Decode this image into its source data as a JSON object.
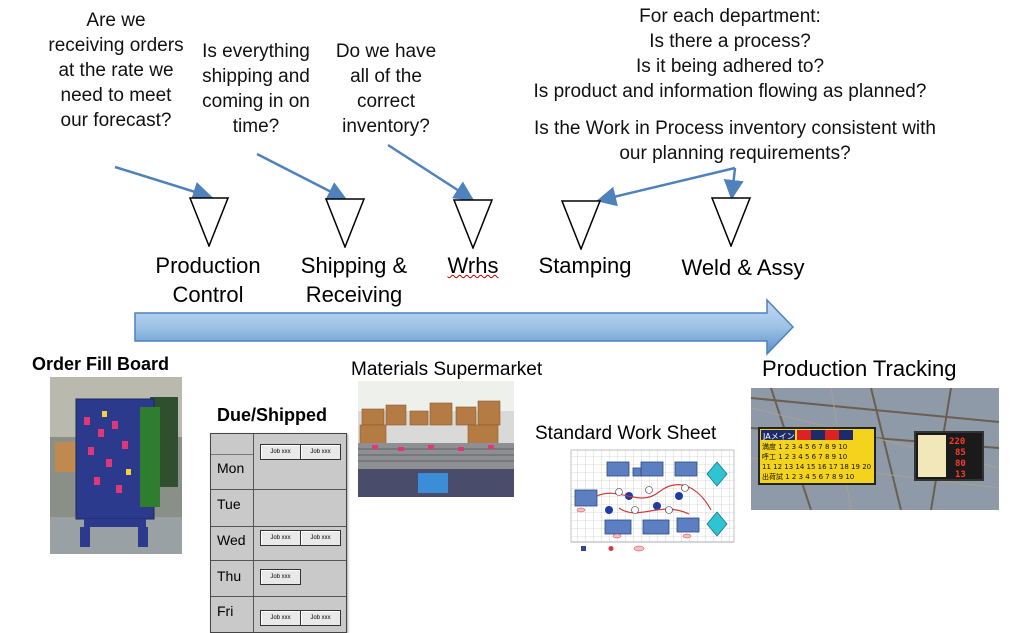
{
  "questions": {
    "q1": "Are we receiving orders at the rate we need to meet our forecast?",
    "q2": "Is everything shipping and coming in on time?",
    "q3": "Do we have all of the correct inventory?",
    "q4_lines": [
      "For each department:",
      "Is there a process?",
      "Is it being adhered to?",
      "Is product and information flowing as planned?"
    ],
    "q5_lines": [
      "Is the Work in Process inventory consistent with",
      "our planning requirements?"
    ]
  },
  "departments": {
    "production_control": [
      "Production",
      "Control"
    ],
    "shipping_receiving": [
      "Shipping &",
      "Receiving"
    ],
    "wrhs": "Wrhs",
    "stamping": "Stamping",
    "weld_assy": "Weld & Assy"
  },
  "captions": {
    "order_fill_board": "Order Fill Board",
    "due_shipped": "Due/Shipped",
    "materials_supermarket": "Materials Supermarket",
    "standard_work_sheet": "Standard Work Sheet",
    "production_tracking": "Production Tracking"
  },
  "due_board": {
    "days": [
      "Mon",
      "Tue",
      "Wed",
      "Thu",
      "Fri"
    ],
    "job_label": "Job xxx"
  },
  "tracking_board": {
    "title": "JAメイン",
    "row1": "満度 1 2 3 4 5 6 7 8 9 10",
    "row2": "呼工 1 2 3 4 5 6 7 8 9 10",
    "row3": "11 12 13 14 15 16 17 18 19 20",
    "row4": "出荷試 1 2 3 4 5 6 7 8 9 10",
    "nums": [
      "220",
      "85",
      "80",
      "13"
    ]
  },
  "colors": {
    "arrow_blue": "#4f81bd",
    "arrow_light": "#c6d9f1",
    "connector": "#4f81bd"
  }
}
